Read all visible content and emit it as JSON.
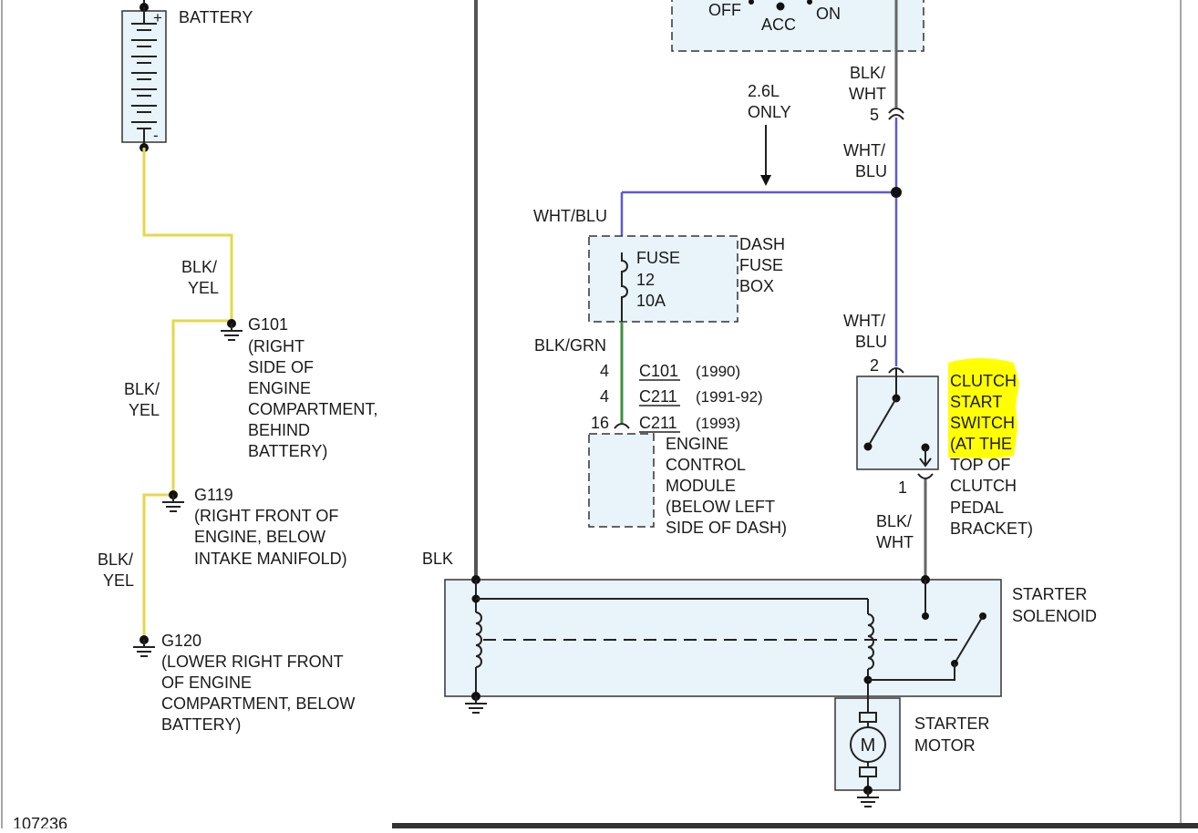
{
  "diagram_id": "107236",
  "colors": {
    "blk_yel": "#d7c940",
    "wht_blu": "#5a5ad6",
    "blk_grn": "#3f8f3f",
    "blk": "#5a5a5a",
    "blk_wht": "#666666",
    "highlight": "#ffff00"
  },
  "battery": {
    "label": "BATTERY",
    "plus": "+",
    "minus": "-"
  },
  "ground_left": {
    "wire1": [
      "BLK/",
      "YEL"
    ],
    "wire2": [
      "BLK/",
      "YEL"
    ],
    "wire3": [
      "BLK/",
      "YEL"
    ],
    "g101": [
      "G101",
      "(RIGHT",
      "SIDE OF",
      "ENGINE",
      "COMPARTMENT,",
      "BEHIND",
      "BATTERY)"
    ],
    "g119": [
      "G119",
      "(RIGHT FRONT OF",
      "ENGINE, BELOW",
      "INTAKE MANIFOLD)"
    ],
    "g120": [
      "G120",
      "(LOWER RIGHT FRONT",
      "OF ENGINE",
      "COMPARTMENT, BELOW",
      "BATTERY)"
    ]
  },
  "ignition": {
    "off": "OFF",
    "acc": "ACC",
    "on": "ON"
  },
  "wiring": {
    "blk": "BLK",
    "blk_wht_top": [
      "BLK/",
      "WHT"
    ],
    "pin5": "5",
    "wht_blu_1": [
      "WHT/",
      "BLU"
    ],
    "only_note": [
      "2.6L",
      "ONLY"
    ],
    "wht_blu_h": "WHT/BLU",
    "wht_blu_2": [
      "WHT/",
      "BLU"
    ],
    "blk_grn": "BLK/GRN",
    "blk_wht_bottom": [
      "BLK/",
      "WHT"
    ]
  },
  "fuse": {
    "lines": [
      "FUSE",
      "12",
      "10A"
    ],
    "box_label": [
      "DASH",
      "FUSE",
      "BOX"
    ]
  },
  "connectors": [
    {
      "pin": "4",
      "name": "C101",
      "years": "(1990)"
    },
    {
      "pin": "4",
      "name": "C211",
      "years": "(1991-92)"
    },
    {
      "pin": "16",
      "name": "C211",
      "years": "(1993)"
    }
  ],
  "ecm": {
    "label": [
      "ENGINE",
      "CONTROL",
      "MODULE",
      "(BELOW LEFT",
      "SIDE OF DASH)"
    ]
  },
  "clutch": {
    "pin_top": "2",
    "pin_bottom": "1",
    "label": [
      "CLUTCH",
      "START",
      "SWITCH",
      "(AT THE",
      "TOP OF",
      "CLUTCH",
      "PEDAL",
      "BRACKET)"
    ]
  },
  "solenoid": {
    "label": [
      "STARTER",
      "SOLENOID"
    ]
  },
  "motor": {
    "symbol": "M",
    "label": [
      "STARTER",
      "MOTOR"
    ]
  }
}
